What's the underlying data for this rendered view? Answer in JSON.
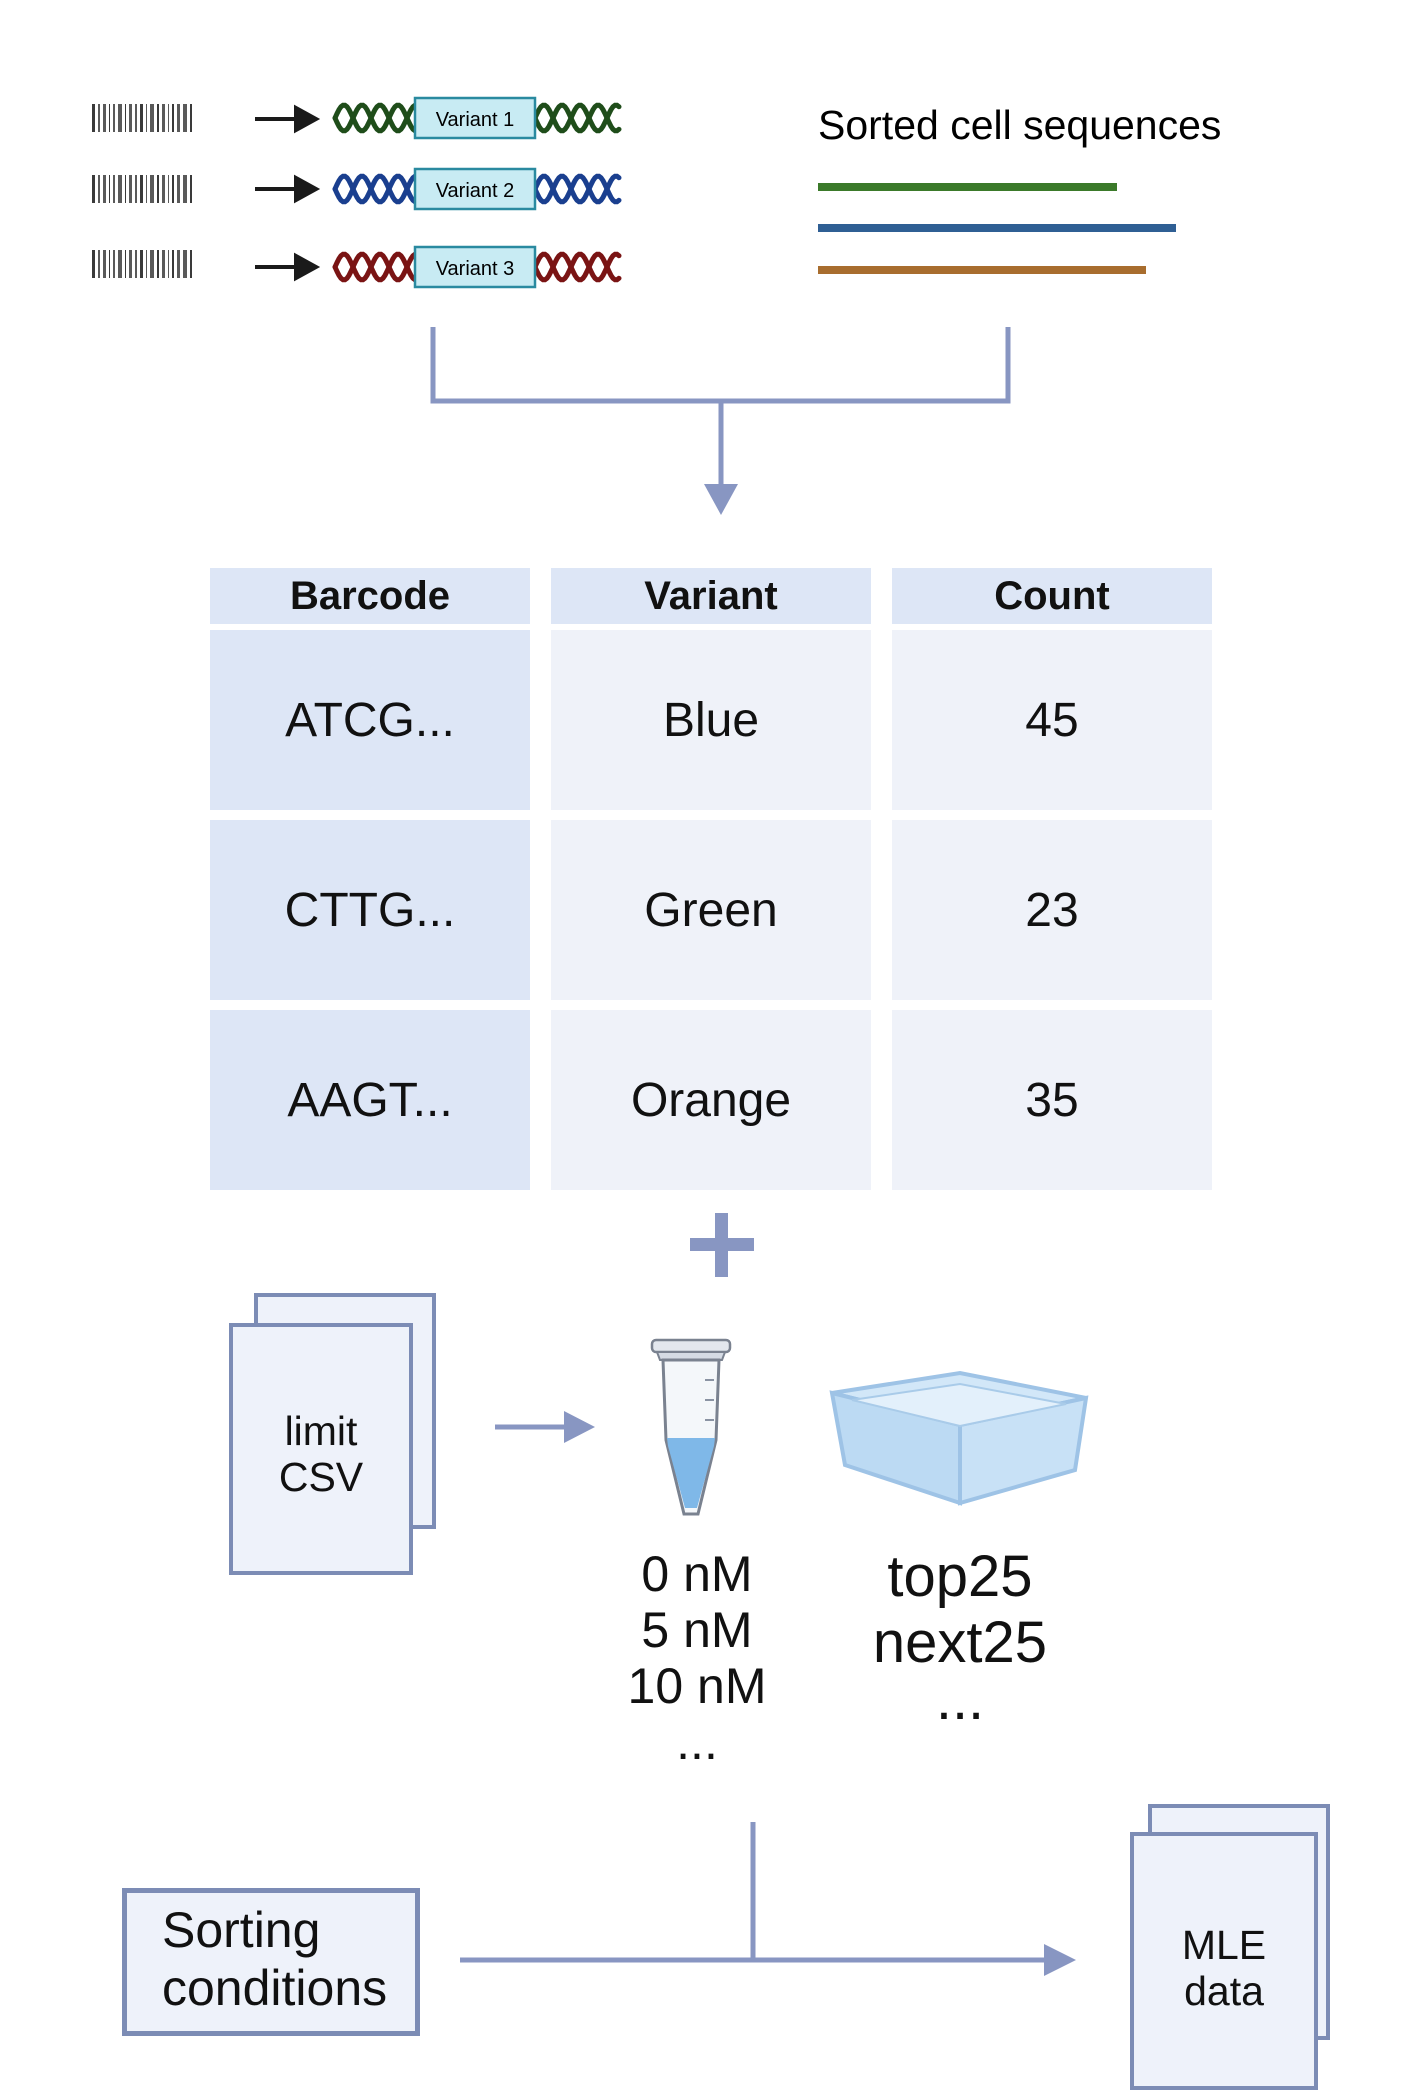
{
  "variants": [
    {
      "label": "Variant 1",
      "color": "#1f4d1a"
    },
    {
      "label": "Variant 2",
      "color": "#1a3f8f"
    },
    {
      "label": "Variant 3",
      "color": "#7a1414"
    }
  ],
  "sorted_sequences": {
    "title": "Sorted cell sequences",
    "line_colors": [
      "#3b7a2a",
      "#2f5f94",
      "#a86d2e"
    ]
  },
  "table": {
    "headers": [
      "Barcode",
      "Variant",
      "Count"
    ],
    "rows": [
      [
        "ATCG...",
        "Blue",
        "45"
      ],
      [
        "CTTG...",
        "Green",
        "23"
      ],
      [
        "AAGT...",
        "Orange",
        "35"
      ]
    ]
  },
  "limit_doc": {
    "line1": "limit",
    "line2": "CSV"
  },
  "concentrations": [
    "0 nM",
    "5 nM",
    "10 nM",
    "..."
  ],
  "bins": [
    "top25",
    "next25",
    "..."
  ],
  "sorting_conditions": {
    "line1": "Sorting",
    "line2": "conditions"
  },
  "output_doc": {
    "line1": "MLE",
    "line2": "data"
  },
  "colors": {
    "connector": "#8896c2",
    "doc_border": "#7c8cb5",
    "header_bg": "#dde6f6",
    "cell_bg": "#eff2f9"
  }
}
